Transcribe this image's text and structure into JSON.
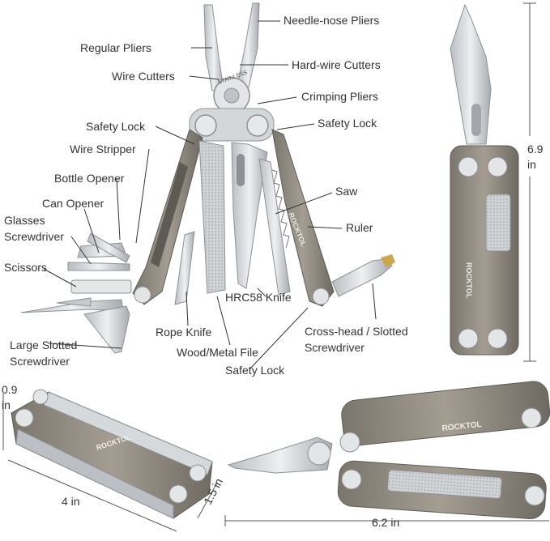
{
  "callouts": {
    "needle_nose_pliers": "Needle-nose Pliers",
    "regular_pliers": "Regular Pliers",
    "hard_wire_cutters": "Hard-wire Cutters",
    "wire_cutters": "Wire Cutters",
    "crimping_pliers": "Crimping Pliers",
    "safety_lock_left": "Safety Lock",
    "safety_lock_right": "Safety Lock",
    "wire_stripper": "Wire Stripper",
    "bottle_opener": "Bottle Opener",
    "saw": "Saw",
    "can_opener": "Can Opener",
    "glasses_screwdriver_line1": "Glasses",
    "glasses_screwdriver_line2": "Screwdriver",
    "ruler": "Ruler",
    "scissors": "Scissors",
    "hrc58_knife": "HRC58 Knife",
    "rope_knife": "Rope Knife",
    "cross_head_line1": "Cross-head / Slotted",
    "cross_head_line2": "Screwdriver",
    "large_slotted_line1": "Large Slotted",
    "large_slotted_line2": "Screwdriver",
    "wood_metal_file": "Wood/Metal File",
    "safety_lock_bottom": "Safety Lock"
  },
  "dimensions": {
    "knife_height_value": "6.9",
    "knife_height_unit": "in",
    "folded_thickness_value": "0.9",
    "folded_thickness_unit": "in",
    "folded_length": "4 in",
    "folded_width": "1.5 in",
    "open_length": "6.2 in"
  },
  "product": {
    "brand": "ROCKTOL",
    "stamp": "STAINLESS"
  },
  "colors": {
    "handle": "#8f8a80",
    "handle_dark": "#6e6a62",
    "steel": "#d9dcdf",
    "steel_dark": "#a9adb1",
    "leader_line": "#333333",
    "dimension_line": "#555555"
  }
}
